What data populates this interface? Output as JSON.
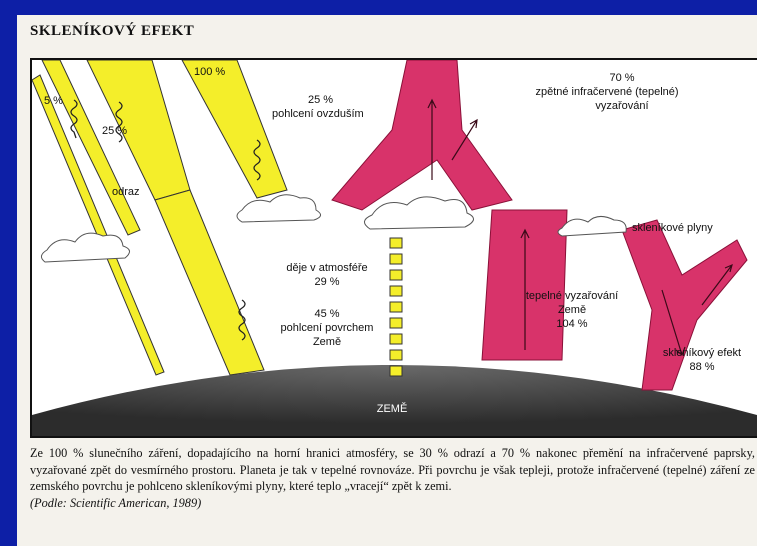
{
  "title": "SKLENÍKOVÝ EFEKT",
  "diagram": {
    "labels": {
      "incoming": "100 %",
      "reflected_small": "5 %",
      "reflected_clouds": "25 %",
      "reflection": "odraz",
      "absorbed_air_value": "25 %",
      "absorbed_air_text": "pohlcení ovzduším",
      "back_ir_value": "70 %",
      "back_ir_line1": "zpětné infračervené (tepelné)",
      "back_ir_line2": "vyzařování",
      "greenhouse_gases": "skleníkové plyny",
      "atmosphere_events_line1": "děje v atmosféře",
      "atmosphere_events_line2": "29 %",
      "surface_absorbed_line1": "45 %",
      "surface_absorbed_line2": "pohlcení povrchem",
      "surface_absorbed_line3": "Země",
      "thermal_line1": "tepelné vyzařování",
      "thermal_line2": "Země",
      "thermal_line3": "104 %",
      "greenhouse_effect_line1": "skleníkový efekt",
      "greenhouse_effect_line2": "88 %",
      "earth": "ZEMĚ"
    },
    "colors": {
      "sun": "#f4ee2a",
      "infrared": "#d8336a",
      "earth": "#3f3f3f",
      "background": "#0d1fa6"
    }
  },
  "caption": {
    "text": "Ze 100 % slunečního záření, dopadajícího na horní hranici atmosféry, se 30 % odrazí a 70 % nakonec přemění na infračervené paprsky, vyzařované zpět do vesmírného prostoru. Planeta je tak v tepelné rovnováze. Při povrchu je však tepleji, protože infračervené (tepelné) záření ze zemského povrchu je pohlceno skleníkovými plyny, které teplo „vracejí“ zpět k zemi.",
    "source": "(Podle: Scientific American, 1989)"
  }
}
